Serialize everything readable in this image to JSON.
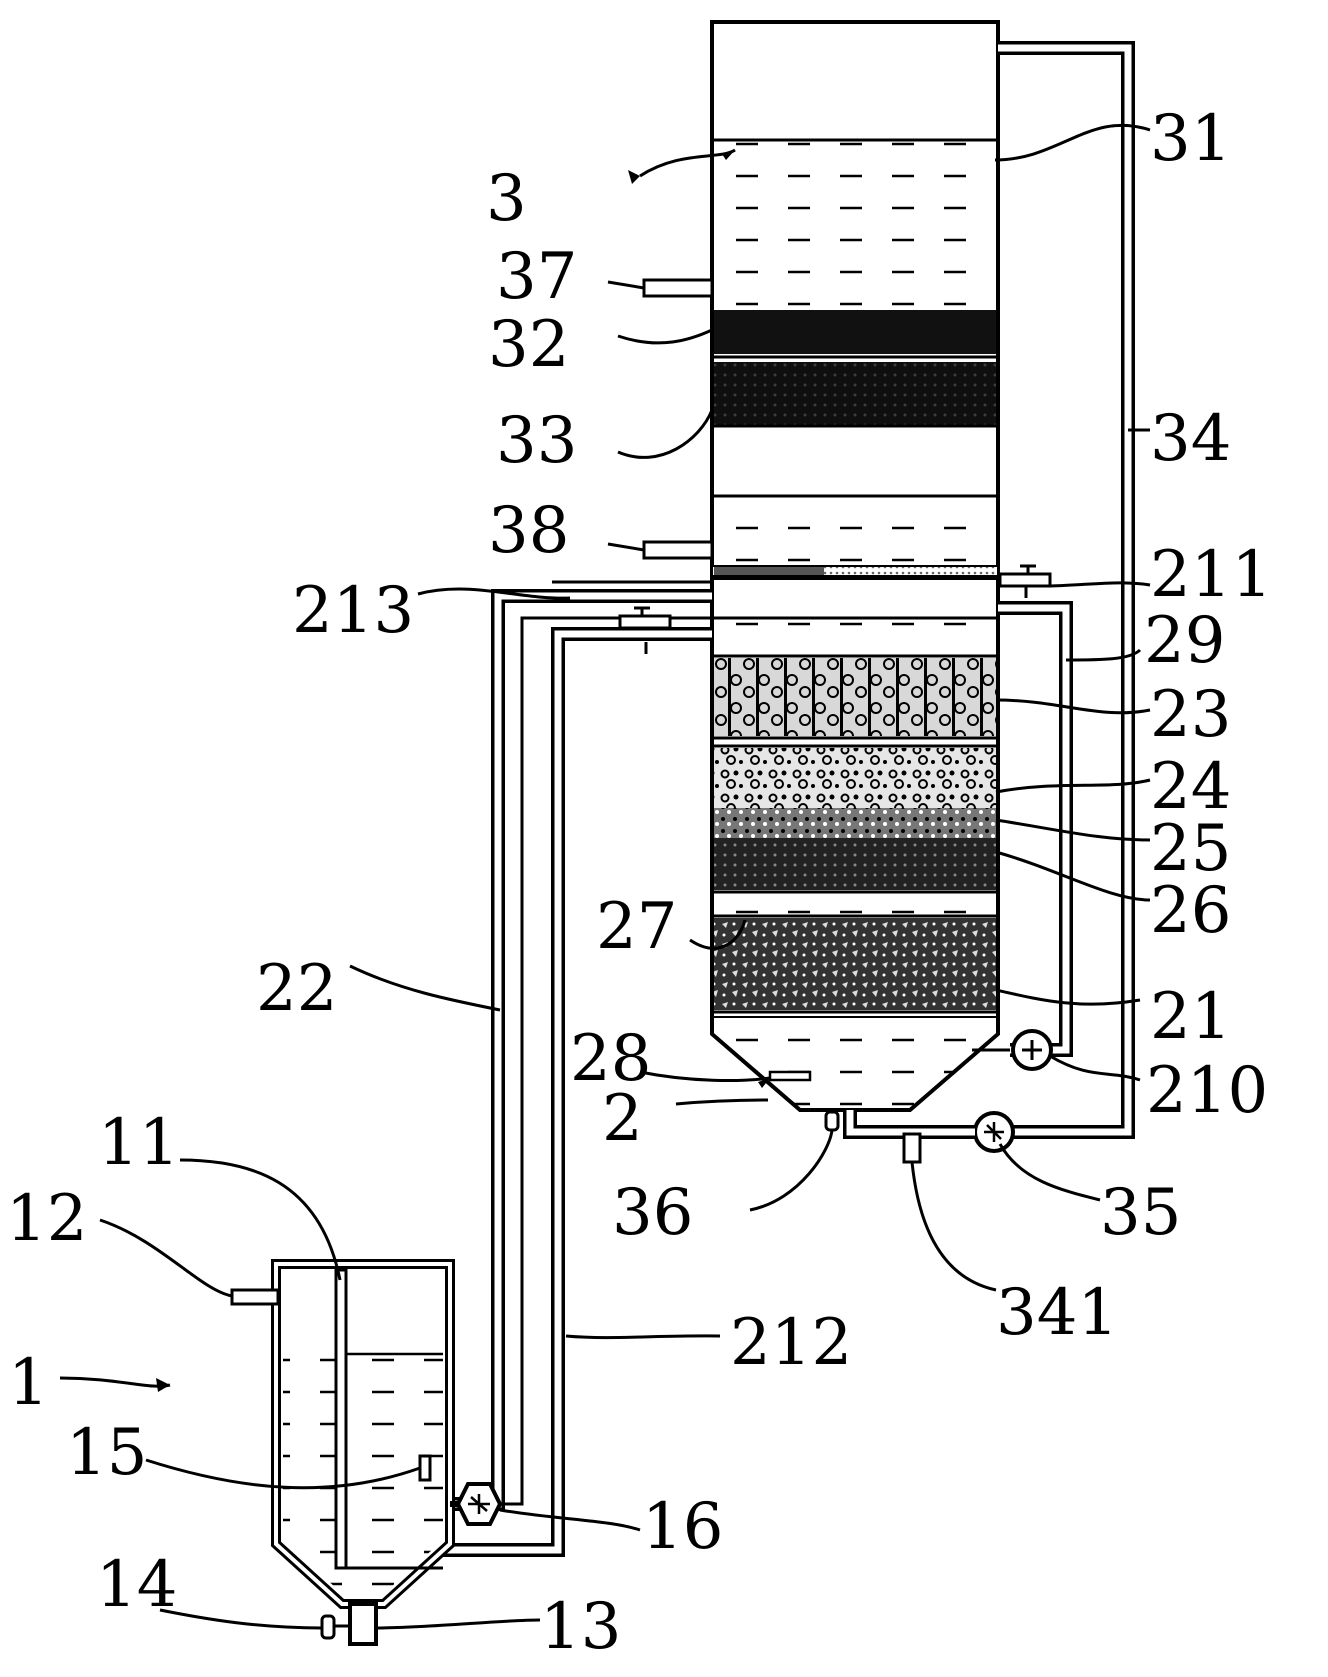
{
  "figure": {
    "colors": {
      "ink": "#000000",
      "paper": "#ffffff",
      "wall_hatch": "#777777",
      "media_gray": "#bdbdbd"
    }
  },
  "labels": {
    "l1": "1",
    "l2": "2",
    "l3": "3",
    "l11": "11",
    "l12": "12",
    "l13": "13",
    "l14": "14",
    "l15": "15",
    "l16": "16",
    "l21": "21",
    "l22": "22",
    "l23": "23",
    "l24": "24",
    "l25": "25",
    "l26": "26",
    "l27": "27",
    "l28": "28",
    "l29": "29",
    "l210": "210",
    "l211": "211",
    "l212": "212",
    "l213": "213",
    "l31": "31",
    "l32": "32",
    "l33": "33",
    "l34": "34",
    "l35": "35",
    "l36": "36",
    "l37": "37",
    "l38": "38",
    "l341": "341"
  }
}
